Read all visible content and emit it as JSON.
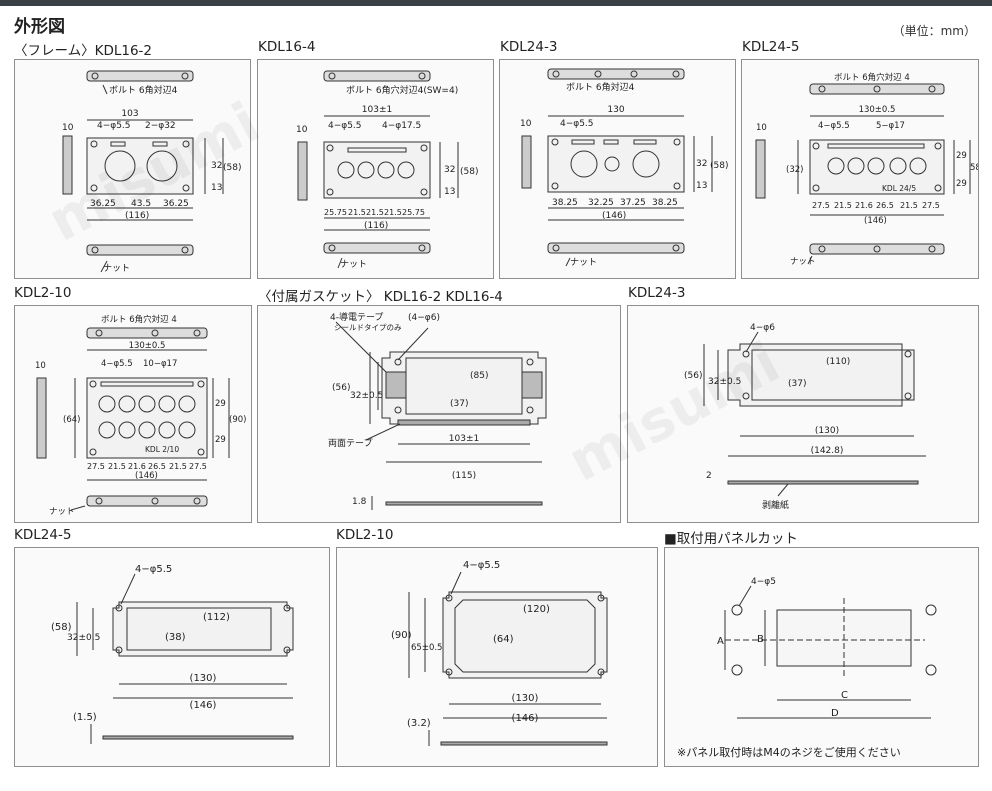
{
  "page": {
    "title": "外形図",
    "unit": "（単位：mm）",
    "watermark": "misumi"
  },
  "sections": {
    "kdl16_2": {
      "title": "〈フレーム〉KDL16-2",
      "bolt": "ボルト 6角対辺4",
      "width": "103",
      "hole1": "4−φ5.5",
      "hole2": "2−φ32",
      "thick": "10",
      "h1": "32",
      "h2": "13",
      "h_total": "(58)",
      "d1": "36.25",
      "d2": "43.5",
      "d3": "36.25",
      "total": "(116)",
      "nut": "ナット"
    },
    "kdl16_4": {
      "title": "KDL16-4",
      "bolt": "ボルト 6角穴対辺4(SW=4)",
      "width": "103±1",
      "hole1": "4−φ5.5",
      "hole2": "4−φ17.5",
      "thick": "10",
      "h1": "32",
      "h2": "13",
      "h_total": "(58)",
      "dims": [
        "25.75",
        "21.5",
        "21.5",
        "21.5",
        "25.75"
      ],
      "total": "(116)",
      "nut": "ナット"
    },
    "kdl24_3": {
      "title": "KDL24-3",
      "bolt": "ボルト 6角対辺4",
      "width": "130",
      "hole1": "4−φ5.5",
      "thick": "10",
      "h1": "32",
      "h2": "13",
      "h_total": "(58)",
      "dims": [
        "38.25",
        "32.25",
        "37.25",
        "38.25"
      ],
      "total": "(146)",
      "nut": "ナット"
    },
    "kdl24_5": {
      "title": "KDL24-5",
      "bolt": "ボルト 6角穴対辺 4",
      "width": "130±0.5",
      "hole1": "4−φ5.5",
      "hole2": "5−φ17",
      "thick": "10",
      "h_left": "(32)",
      "h1": "29",
      "h2": "29",
      "h_total": "58",
      "model": "KDL 24/5",
      "dims": [
        "27.5",
        "21.5",
        "21.6",
        "26.5",
        "21.5",
        "27.5"
      ],
      "total": "(146)",
      "nut": "ナット"
    },
    "kdl2_10": {
      "title": "KDL2-10",
      "bolt": "ボルト 6角穴対辺 4",
      "width": "130±0.5",
      "hole1": "4−φ5.5",
      "hole2": "10−φ17",
      "thick": "10",
      "h_left": "(64)",
      "h1": "29",
      "h2": "29",
      "h_total": "(90)",
      "model": "KDL 2/10",
      "dims": [
        "27.5",
        "21.5",
        "21.6",
        "26.5",
        "21.5",
        "27.5"
      ],
      "total": "(146)",
      "nut": "ナット"
    },
    "gasket16": {
      "title": "〈付属ガスケット〉 KDL16-2  KDL16-4",
      "tape1": "4-導電テープ",
      "tape1b": "シールドタイプのみ",
      "hole": "(4−φ6)",
      "h_outer": "(56)",
      "h_pitch": "32±0.5",
      "h_inner": "(37)",
      "w_inner": "(85)",
      "tape2": "両面テープ",
      "pitch": "103±1",
      "total": "(115)",
      "thick": "1.8"
    },
    "gasket24_3": {
      "title": "KDL24-3",
      "hole": "4−φ6",
      "h_outer": "(56)",
      "h_pitch": "32±0.5",
      "h_inner": "(37)",
      "w_inner": "(110)",
      "pitch": "(130)",
      "total": "(142.8)",
      "thick": "2",
      "paper": "剥離紙"
    },
    "gasket24_5": {
      "title": "KDL24-5",
      "hole": "4−φ5.5",
      "h_outer": "(58)",
      "h_pitch": "32±0.5",
      "h_inner": "(38)",
      "w_inner": "(112)",
      "pitch": "(130)",
      "total": "(146)",
      "thick": "(1.5)"
    },
    "gasket2_10": {
      "title": "KDL2-10",
      "hole": "4−φ5.5",
      "h_outer": "(90)",
      "h_pitch": "65±0.5",
      "h_inner": "(64)",
      "w_inner": "(120)",
      "pitch": "(130)",
      "total": "(146)",
      "thick": "(3.2)"
    },
    "panelcut": {
      "title": "■取付用パネルカット",
      "hole": "4−φ5",
      "a": "A",
      "b": "B",
      "c": "C",
      "d": "D",
      "note": "※パネル取付時はM4のネジをご使用ください"
    }
  }
}
